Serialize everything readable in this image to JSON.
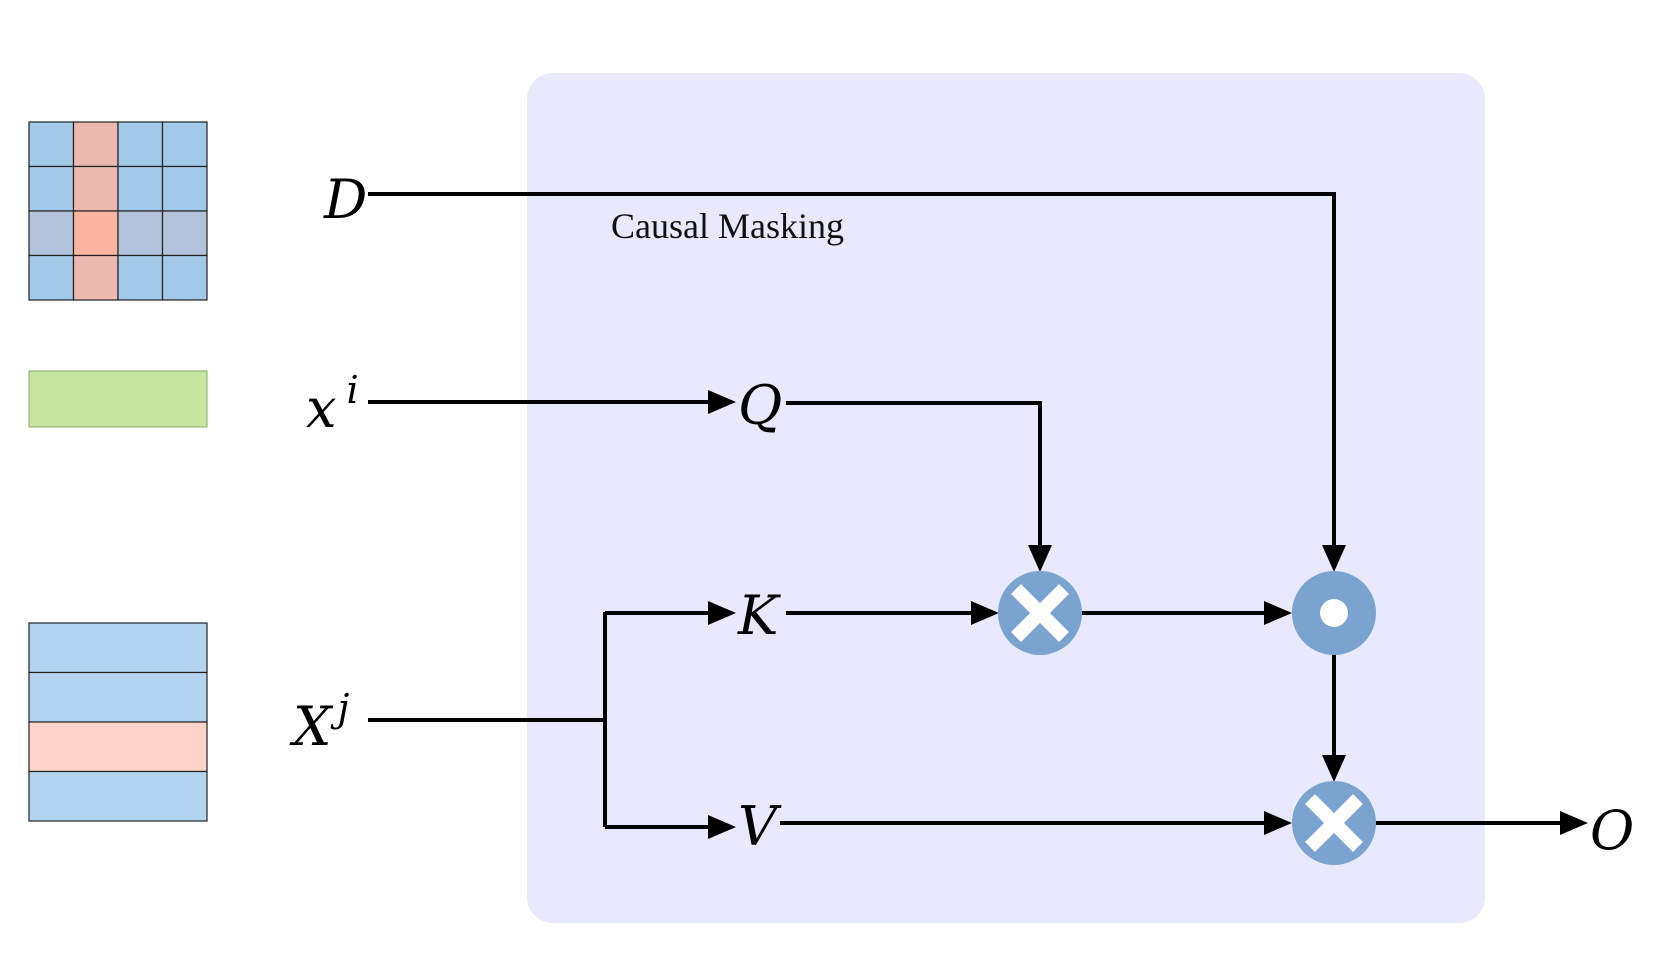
{
  "panel": {
    "title": "Causal Masking",
    "background": "#e8e9fc"
  },
  "symbols": {
    "D": "D",
    "x_base": "x",
    "x_sup": "i",
    "X_base": "X",
    "X_sup": "j",
    "Q": "Q",
    "K": "K",
    "V": "V",
    "O": "O"
  },
  "operators": {
    "multiply_1": "multiply",
    "hadamard": "element-wise product",
    "multiply_2": "multiply",
    "color": "#7aa3cf"
  },
  "legend_graphics": {
    "mask_grid": {
      "rows": 4,
      "cols": 4,
      "highlight_col": 1,
      "highlight_row": 2,
      "cell_color": "#a3c9e8",
      "col_color": "#ebb9b0",
      "row_color": "#b3c3db",
      "cross_color": "#fcb59f"
    },
    "query_bar": {
      "color": "#c5e69e"
    },
    "key_stack": {
      "rows": 4,
      "highlight_row": 2,
      "color": "#b4d3ee",
      "highlight_color": "#fdd3ca"
    }
  }
}
